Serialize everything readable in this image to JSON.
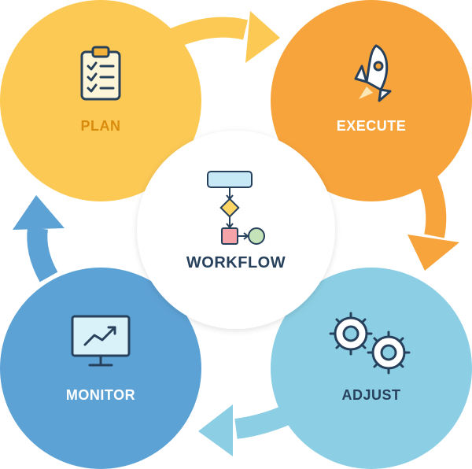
{
  "diagram": {
    "center_label": "WORKFLOW",
    "stages": [
      {
        "label": "PLAN",
        "icon": "clipboard-checklist-icon",
        "color": "#fcc954",
        "label_color": "#d98b0d"
      },
      {
        "label": "EXECUTE",
        "icon": "rocket-icon",
        "color": "#f7a43c",
        "label_color": "#ffffff"
      },
      {
        "label": "ADJUST",
        "icon": "gears-icon",
        "color": "#8ccfe4",
        "label_color": "#27415c"
      },
      {
        "label": "MONITOR",
        "icon": "monitor-chart-icon",
        "color": "#5da2d5",
        "label_color": "#ffffff"
      }
    ],
    "center_circle_color": "#ffffff",
    "outline_color": "#27415c"
  }
}
